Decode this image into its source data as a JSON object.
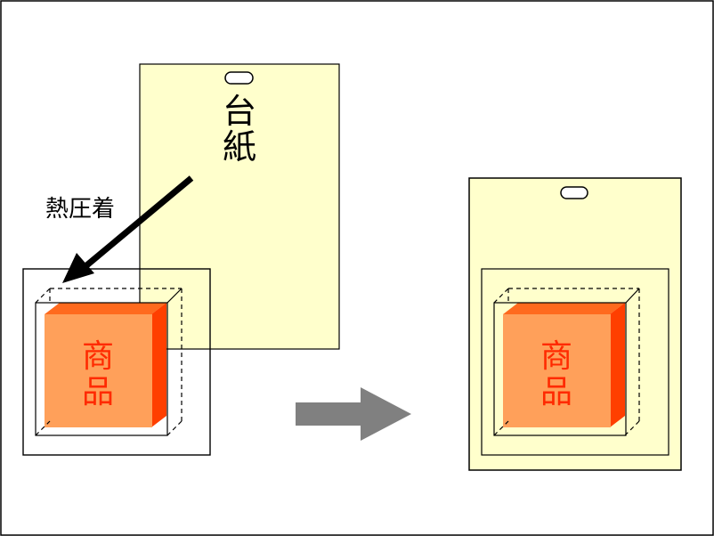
{
  "labels": {
    "backing_card": "台紙",
    "heat_press": "熱圧着",
    "product_left": "商品",
    "product_right": "商品"
  },
  "colors": {
    "card_fill": "#ffffcc",
    "product_front": "#ffa05a",
    "product_top": "#ff6a1e",
    "product_side": "#ff3f00",
    "product_text": "#ff2a00",
    "process_arrow": "#808080",
    "outline": "#000000"
  }
}
